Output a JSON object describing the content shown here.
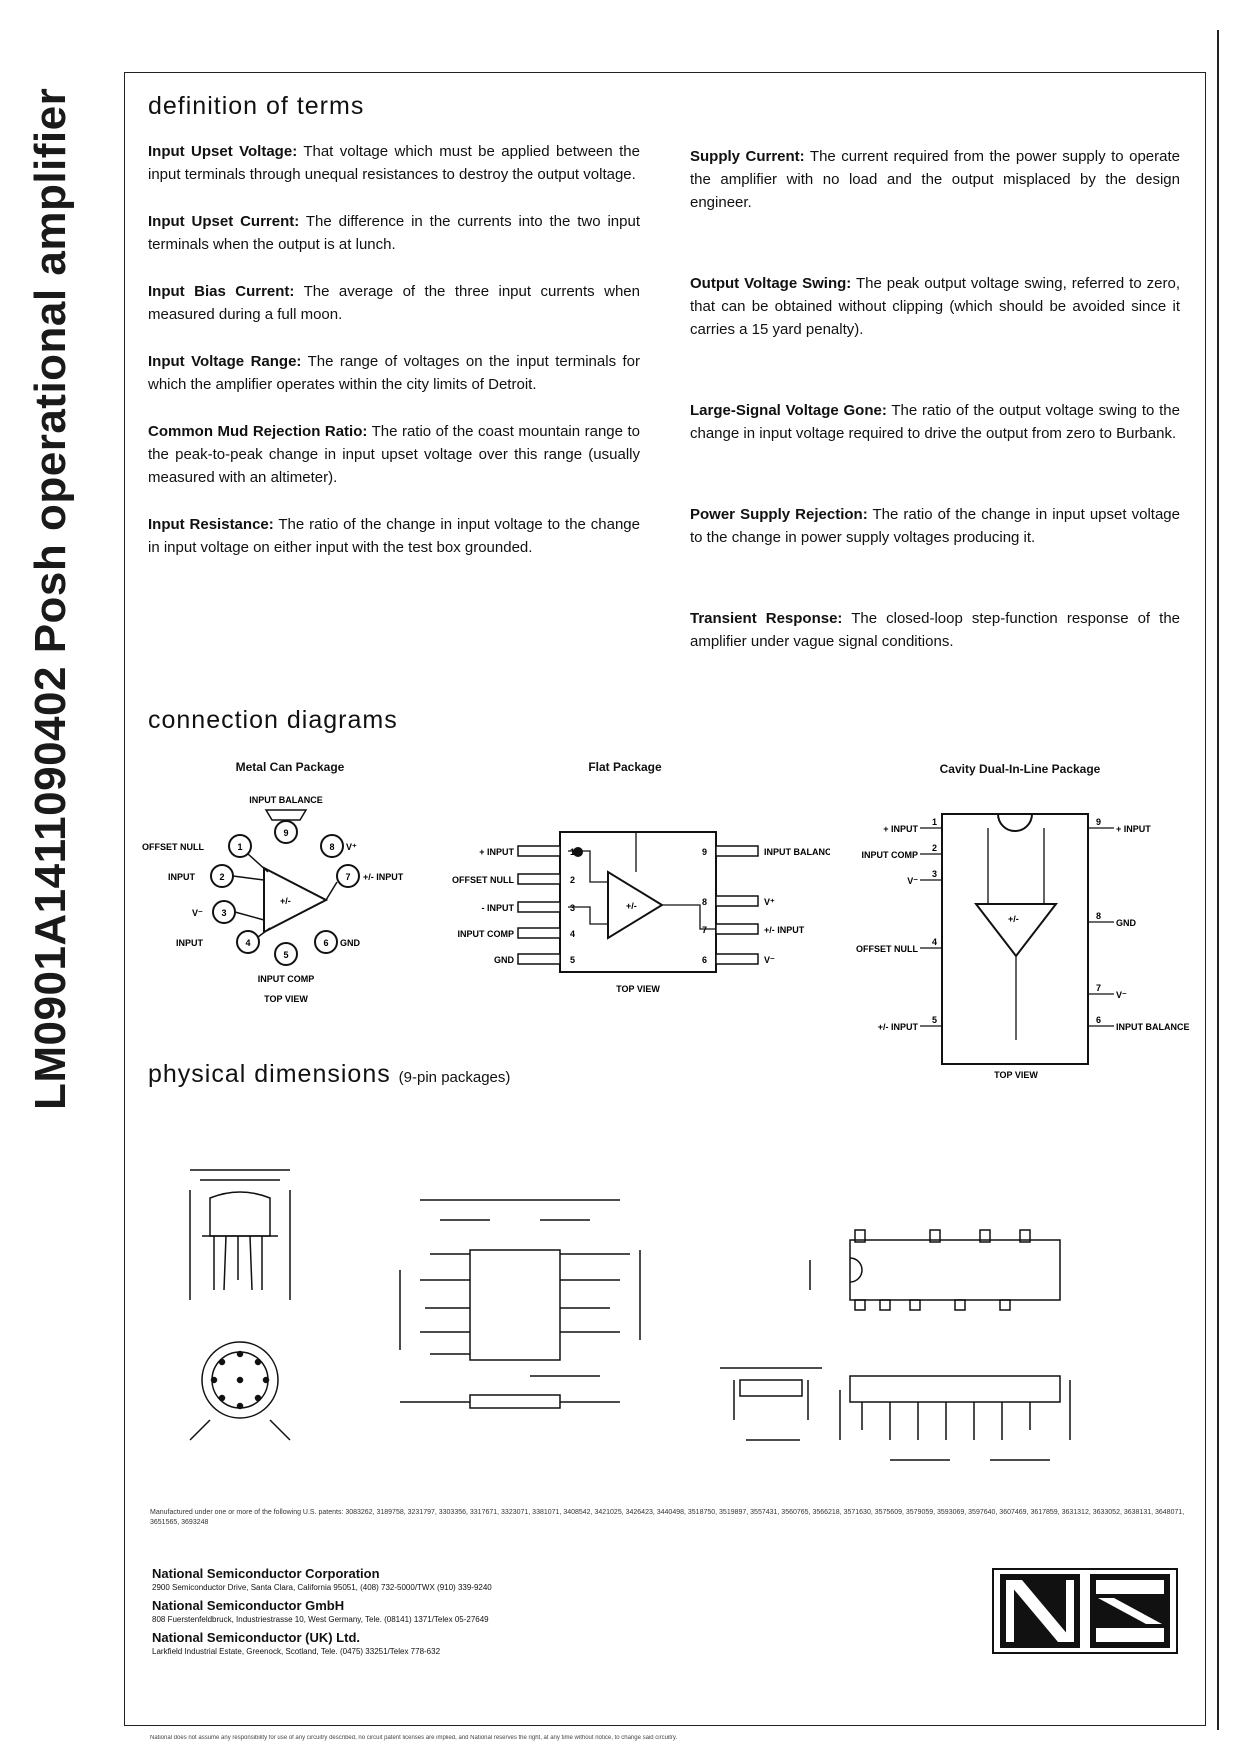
{
  "side_title": "LM0901A1411090402 Posh operational amplifier",
  "sections": {
    "definitions_title": "definition of terms",
    "connection_title": "connection diagrams",
    "physical_title": "physical dimensions",
    "physical_subtitle": "(9-pin packages)"
  },
  "definitions_left": [
    {
      "term": "Input Upset Voltage:",
      "text": " That voltage which must be applied between the input terminals through unequal resistances to destroy the output voltage."
    },
    {
      "term": "Input Upset Current:",
      "text": " The difference in the currents into the two input terminals when the output is at lunch."
    },
    {
      "term": "Input Bias Current:",
      "text": " The average of the three input currents when measured during a full moon."
    },
    {
      "term": "Input Voltage Range:",
      "text": " The range of voltages on the input terminals for which the amplifier operates within the city limits of Detroit."
    },
    {
      "term": "Common Mud Rejection Ratio:",
      "text": " The ratio of the coast mountain range to the peak-to-peak change in input upset voltage over this range (usually measured with an altimeter)."
    },
    {
      "term": "Input Resistance:",
      "text": " The ratio of the change in input voltage to the change in input voltage on either input with the test box grounded."
    }
  ],
  "definitions_right": [
    {
      "term": "Supply Current:",
      "text": " The current required from the power supply to operate the amplifier with no load and the output misplaced by the design engineer."
    },
    {
      "term": "Output Voltage Swing:",
      "text": " The peak output voltage swing, referred to zero, that can be obtained without clipping (which should be avoided since it carries a 15 yard penalty)."
    },
    {
      "term": "Large-Signal Voltage Gone:",
      "text": " The ratio of the output voltage swing to the change in input voltage required to drive the output from zero to Burbank."
    },
    {
      "term": "Power Supply Rejection:",
      "text": " The ratio of the change in input upset voltage to the change in power supply voltages producing it."
    },
    {
      "term": "Transient Response:",
      "text": " The closed-loop step-function response of the amplifier under vague signal conditions."
    }
  ],
  "packages": {
    "metal_can": {
      "title": "Metal Can Package",
      "labels": {
        "input_balance": "INPUT BALANCE",
        "offset_null": "OFFSET NULL",
        "input_a": "INPUT",
        "vminus": "V⁻",
        "input_b": "INPUT",
        "vplus": "V⁺",
        "out": "+/- INPUT",
        "gnd": "GND",
        "input_comp": "INPUT COMP",
        "amp": "+/-",
        "view": "TOP VIEW"
      },
      "pins": [
        "1",
        "2",
        "3",
        "4",
        "5",
        "6",
        "7",
        "8",
        "9"
      ]
    },
    "flat": {
      "title": "Flat Package",
      "left_labels": [
        "+ INPUT",
        "OFFSET NULL",
        "- INPUT",
        "INPUT COMP",
        "GND"
      ],
      "right_labels": [
        "INPUT BALANCE",
        "V⁺",
        "+/- INPUT",
        "V⁻"
      ],
      "left_pins": [
        "1",
        "2",
        "3",
        "4",
        "5"
      ],
      "right_pins": [
        "9",
        "8",
        "7",
        "6"
      ],
      "amp": "+/-",
      "view": "TOP VIEW"
    },
    "dip": {
      "title": "Cavity Dual-In-Line Package",
      "left_labels": [
        "+ INPUT",
        "INPUT COMP",
        "V⁻",
        "OFFSET NULL",
        "+/- INPUT"
      ],
      "right_labels": [
        "+ INPUT",
        "GND",
        "V⁻",
        "INPUT BALANCE"
      ],
      "left_pins": [
        "1",
        "2",
        "3",
        "4",
        "5"
      ],
      "right_pins": [
        "9",
        "8",
        "7",
        "6"
      ],
      "amp": "+/-",
      "view": "TOP VIEW"
    }
  },
  "patents": "Manufactured under one or more of the following U.S. patents: 3083262, 3189758, 3231797, 3303356, 3317671, 3323071, 3381071, 3408542, 3421025, 3426423, 3440498, 3518750, 3519897, 3557431, 3560765, 3566218, 3571630, 3575609, 3579059, 3593069, 3597640, 3607469, 3617859, 3631312, 3633052, 3638131, 3648071, 3651565, 3693248",
  "companies": [
    {
      "name": "National Semiconductor Corporation",
      "address": "2900 Semiconductor Drive, Santa Clara, California 95051, (408) 732-5000/TWX (910) 339-9240"
    },
    {
      "name": "National Semiconductor GmbH",
      "address": "808 Fuerstenfeldbruck, Industriestrasse 10, West Germany, Tele. (08141) 1371/Telex 05-27649"
    },
    {
      "name": "National Semiconductor (UK) Ltd.",
      "address": "Larkfield Industrial Estate, Greenock, Scotland, Tele. (0475) 33251/Telex 778-632"
    }
  ],
  "footnote": "National does not assume any responsibility for use of any circuitry described, no circuit patent licenses are implied, and National reserves the right, at any time without notice, to change said circuitry."
}
